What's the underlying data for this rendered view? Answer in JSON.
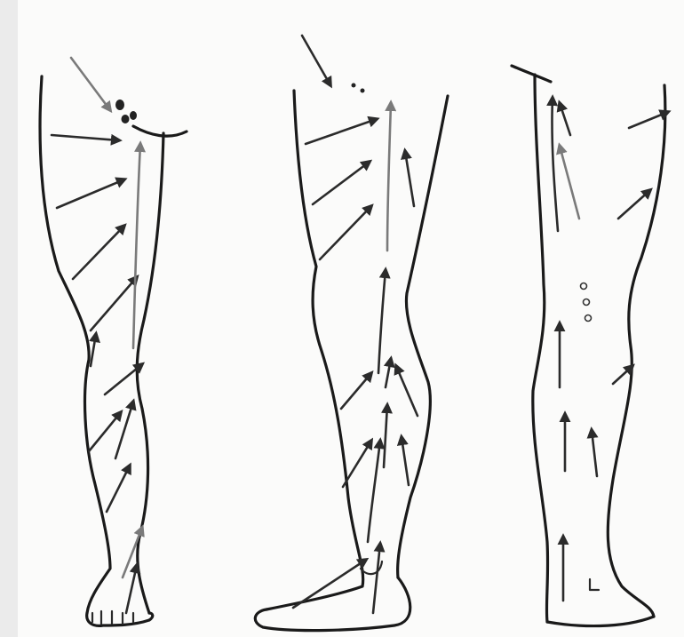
{
  "colors": {
    "outline": "#1a1a1a",
    "arrow_dark": "#2b2b2b",
    "arrow_gray": "#7a7a7a",
    "paper": "#fbfbfa",
    "scan_edge": "#ebebeb"
  },
  "views": [
    {
      "id": "front",
      "description_icon": "leg-front-view"
    },
    {
      "id": "side",
      "description_icon": "leg-side-view"
    },
    {
      "id": "back",
      "description_icon": "leg-back-view"
    }
  ]
}
